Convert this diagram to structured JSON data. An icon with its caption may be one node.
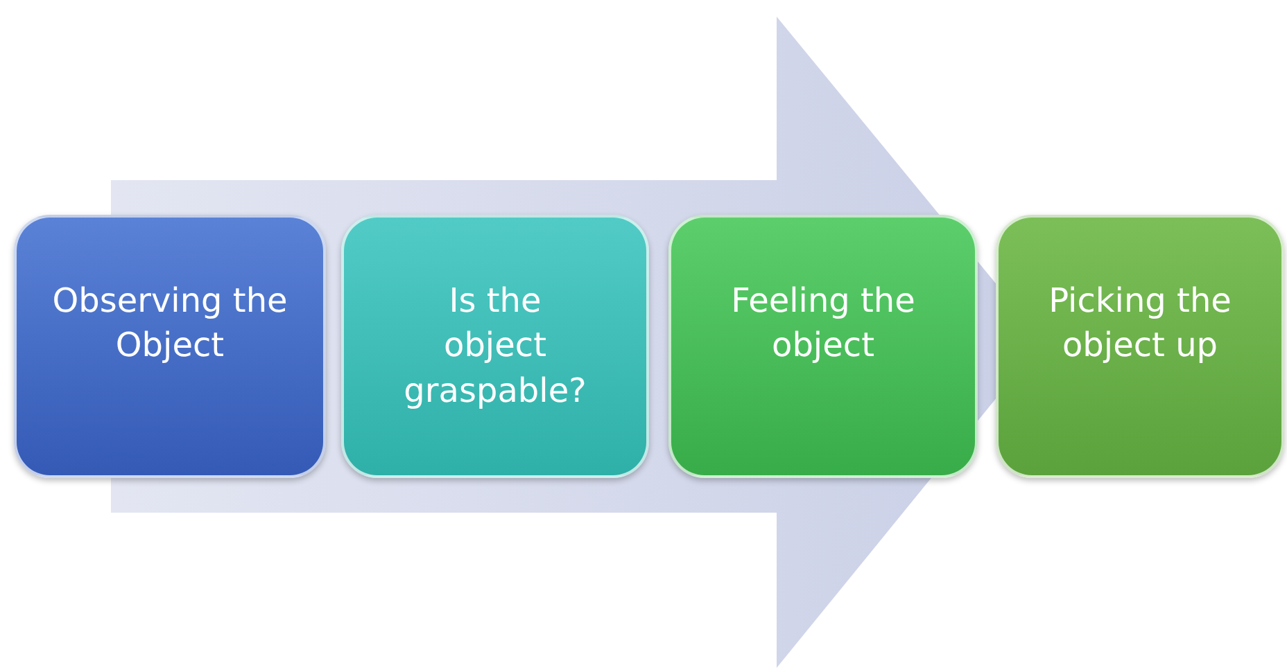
{
  "diagram": {
    "nodes": [
      {
        "text": [
          "Observing the Object"
        ]
      },
      {
        "text": [
          "Is the object graspable?"
        ]
      },
      {
        "text": [
          "Feeling the object"
        ]
      },
      {
        "text": [
          "Picking the object up"
        ]
      }
    ],
    "edges": [
      {
        "from": 0,
        "to": 3,
        "arrow": "to"
      }
    ]
  }
}
